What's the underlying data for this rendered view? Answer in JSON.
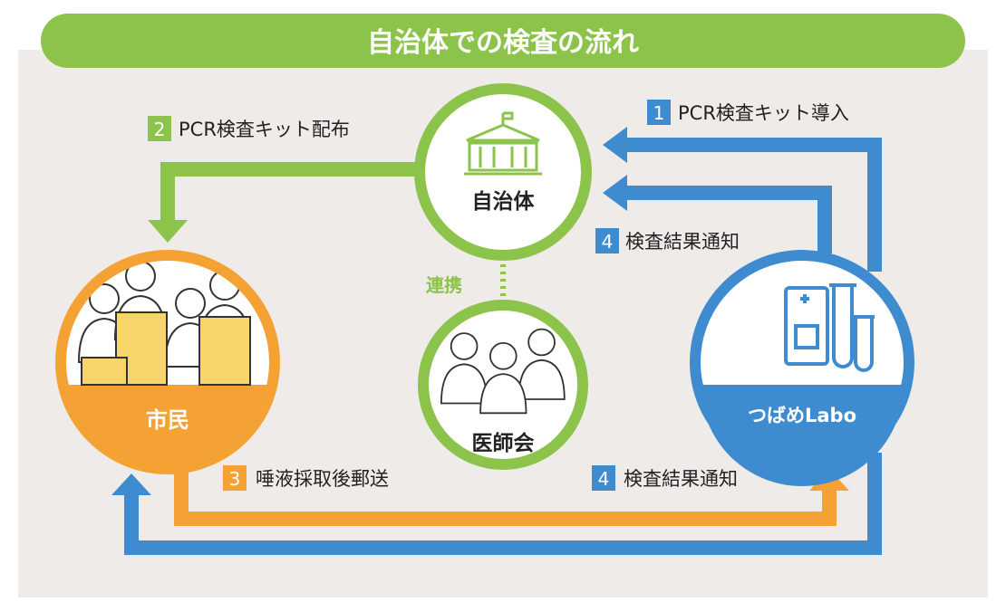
{
  "title": "自治体での検査の流れ",
  "nodes": {
    "municipality": "自治体",
    "citizens": "市民",
    "medical_association": "医師会",
    "lab": "つばめLabo"
  },
  "steps": [
    {
      "num": "1",
      "label": "PCR検査キット導入"
    },
    {
      "num": "2",
      "label": "PCR検査キット配布"
    },
    {
      "num": "3",
      "label": "唾液採取後郵送"
    },
    {
      "num": "4",
      "label": "検査結果通知"
    },
    {
      "num": "4",
      "label": "検査結果通知"
    }
  ],
  "cooperation": "連携",
  "colors": {
    "green": "#8cc34b",
    "blue": "#3e8ccf",
    "orange": "#f4a233",
    "bg": "#eeebe8"
  }
}
